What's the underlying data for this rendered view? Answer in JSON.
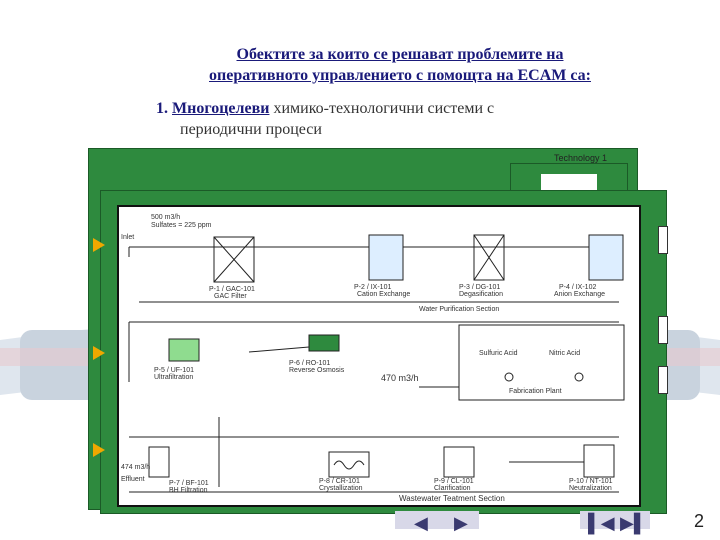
{
  "slide": {
    "title_line1": "Обектите за които се решават проблемите на",
    "title_line2": "оперативното управлението с помощта на ECAM са:",
    "bullet_number": "1.",
    "bullet_highlight": "Многоцелеви",
    "bullet_rest": " химико-технологични системи с",
    "bullet_line2": "периодични процеси",
    "page_number": "2"
  },
  "back_window": {
    "title": "Technology 1"
  },
  "diagram": {
    "flow_in": "500 m3/h",
    "flow_note": "Sulfates = 225 ppm",
    "inlet": "Inlet",
    "gac": "P-1 / GAC-101",
    "gac_sub": "GAC Filter",
    "cation": "P-2 / IX-101",
    "cation_sub": "Cation Exchange",
    "degas": "P-3 / DG-101",
    "degas_sub": "Degasification",
    "anion": "P-4 / IX-102",
    "anion_sub": "Anion Exchange",
    "water_section": "Water Purification Section",
    "uf": "P-5 / UF-101",
    "uf_sub": "Ultrafiltration",
    "ro": "P-6 / RO-101",
    "ro_sub": "Reverse Osmosis",
    "flow_out": "470 m3/h",
    "sulfuric": "Sulfuric Acid",
    "nitric": "Nitric Acid",
    "fab": "Fabrication Plant",
    "flow_ww": "474 m3/h",
    "effluent": "Effluent",
    "bf": "P-7 / BF-101",
    "bf_sub": "BH Filtration",
    "cryst": "P-8 / CR-101",
    "cryst_sub": "Crystallization",
    "clar": "P-9 / CL-101",
    "clar_sub": "Clarification",
    "neut": "P-10 / NT-101",
    "neut_sub": "Neutralization",
    "ww_section": "Wastewater Teatment Section"
  },
  "nav": {
    "prev_icon": "triangle-left-icon",
    "next_icon": "triangle-right-icon",
    "first_icon": "skip-first-icon",
    "last_icon": "skip-last-icon"
  }
}
